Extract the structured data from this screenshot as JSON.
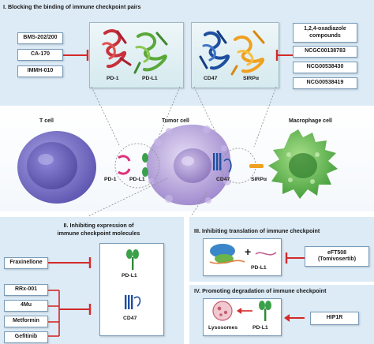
{
  "panel1": {
    "title": "I. Blocking the binding of immune checkpoint pairs",
    "left_inhibitors": [
      "BMS-202/200",
      "CA-170",
      "IMMH-010"
    ],
    "right_inhibitors": [
      "1,2,4-oxadiazole compounds",
      "NCGC00138783",
      "NCG00538430",
      "NCG00538419"
    ],
    "left_structure_labels": [
      "PD-1",
      "PD-L1"
    ],
    "right_structure_labels": [
      "CD47",
      "SIRPα"
    ]
  },
  "cells": {
    "t_cell": "T cell",
    "tumor_cell": "Tumor cell",
    "macrophage": "Macrophage cell",
    "pd1": "PD-1",
    "pdl1": "PD-L1",
    "cd47": "CD47",
    "sirpa": "SIRPα"
  },
  "panel2": {
    "title_line1": "II. Inhibiting expression of",
    "title_line2": "immune checkpoint molecules",
    "box_top": "Fraxinellone",
    "boxes_bottom": [
      "RRx-001",
      "4Mu",
      "Metformin",
      "Gefitinib"
    ],
    "target_top": "PD-L1",
    "target_bottom": "CD47"
  },
  "panel3": {
    "title": "III. Inhibiting translation of immune checkpoint",
    "inhibitor_line1": "eFT508",
    "inhibitor_line2": "(Tomivosertib)",
    "target": "PD-L1"
  },
  "panel4": {
    "title": "IV. Promoting degradation of immune checkpoint",
    "promoter": "HIP1R",
    "lysosome_label": "Lysosomes",
    "target": "PD-L1"
  },
  "colors": {
    "panel_bg": "#dcebf6",
    "inhibit_red": "#d42a2a",
    "tcell_purple": "#7a72c8",
    "tumor_lavender": "#b9a6dc",
    "macrophage_green": "#58b04a",
    "receptor_green": "#2f8a3a",
    "cd47_blue": "#1e4fa0",
    "sirpa_orange": "#f0a020"
  }
}
